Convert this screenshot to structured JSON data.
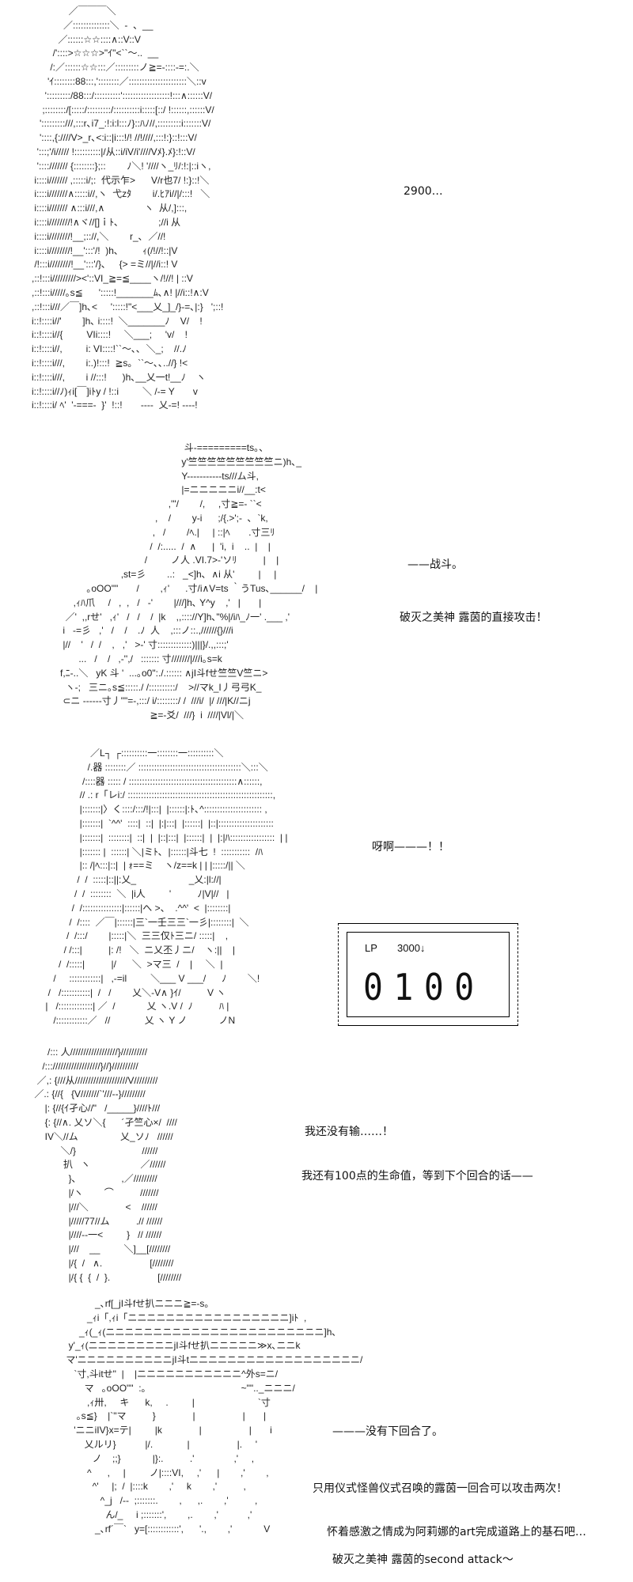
{
  "panels": [
    {
      "art": "              ／￣￣￣＼\n            ／::::::::::::::＼  -  、__\n          ／::::::☆☆::::∧::V::V\n        /'::::>☆☆☆>\"ｲ\"<``～..  __\n       /:／::::::☆☆:::／:::::::::ノ≧=-::::-=:.＼\n      'ｲ::::::::88:::,'::::::::／::::::::::::::::::::::＼::v\n     ':::::::::/88:::/::::::::::'::::::::::::::::::!:::∧::::::V/\n    ;::::::::/[:::::/:::::::::/::::::::::i:::::[::/ !::::::,::::::V/\n   ':::::::::///,:::r､i7_:!:i:l:::ﾉ}::ﾊﾉ//,:::::::::i:::::::V/\n   '::::,{:////V>_r､<:i::|i:::!/! //!////,:::!:}::!:::V/\n  ':::;'/i///// !::::::::::|/从::i/iV/i'////Vﾒ}.ﾒ}:!::V/\n  ':::://///// {::::::::};::        ﾉ＼! '////ヽ_ﾘ/:!:|::iヽ,\n i::::i/////// ,:::::i/;:  代示乍>      V/r也7/ !:}::!＼\n i::::i///////∧:::::i//,ヽ  弋zﾀ        i/.ﾋｱi//|/:::!   ＼\n i::::i/////// ∧:::i///,∧               ヽ  从/,]:::,\n i::::i////////!∧ヾ//[]ｉﾄ､               ;//i 从\n i::::i////////!__;:://,＼        r_､  ／//!\n i::::i////////!__':::'/!  )h､         ｨ(/!//!::|V\n /!:::i////////!__':::'/}､     {> =ミ//|//i::! V\n,::!:::i/////////><'::VI_≧=≦____ヽ/!//! | ::V\n,::!:::i/////｡s≦      ':::::!_______ﾑ､∧! |//i::!∧:V\n,::!:::i///／￣]h､<     ':::::!\"<___乂_]_/}-=､|:}   ';::!\ni::!::::i//'        ]h､ i::::!  ＼_______ﾉ    V/    !\ni::!::::i//{         VIi::::!     ＼___;     'v/    !\ni::!::::i//,         i: VI::::!``～､､  ＼_;    //.ﾉ\ni::!::::i///,        i:.)!:::!  ≧s｡  ``～､､..//} !<\ni::!::::i///,        i //:::!      )h､__乂一t!__ﾉ    ヽ\ni::!::::i//ﾉ)ｨi[￣]iﾄy / !::i         ＼ /-= Y       v\ni::!::::i/ ﾍ'  '-===-  }'  !::!       ----  乂-=! ----!"
    },
    {
      "art": "                                                           斗-=========ts｡、\n                                                          y'竺竺竺竺竺竺竺竺竺ニ)h､_\n                                                          Y-----------ts///ム斗,\n                                                          |=ニニニニニi//__:t<\n                                                     ,'\"/        /,     ,寸≧=- ``<\n                                                ,    /        y-i      ;/{.>';-  ､  `k,\n                                               ,   /        /ﾍ.|     | ::|ﾍ       .寸三ﾘ\n                                              /  /:.....  /  ∧      |  'i,  i    ..  |    |\n                                            /         ノ人 .VI.7>-'ソﾘ          |    |\n                                   ,st=彡        ..:   _<]h､  ∧i 从'         |     |\n                      ｡oOO\"\"       /        ,ｨ'      .寸/i∧V=ts ｀うTus､______/    |\n                 ,ｨﾊ爪     /   ,  ,   /   -'        |///]h､ Y^y    ,'   |       |\n              ／'  ,,rせ'   ,ｨ'   /   /    /  |k    ,,:::://Y]h､\"%|/iﾊ_ﾉ一' .___ ,'\n             i   -=彡   ,'   /    /    .ﾉ  人    ,:::ノ::.,//////{}///i\n             |//    '   /  /    ,   ,'   >-' 寸:::::::::::::)|||}/.,,:::;'\n                   ...   /    /   ,-'',/   ::::::: 寸///////|///i｡s=k\n            f,ﾆ-..＼   yK 斗 '  ...｡o0\":./.:::::: ∧jI斗fせ竺竺V竺ニ>\n              ヽ-;   三ニ｡s≦:::::./ /::::::::::/    >//マk_I丿弓弓K_\n             ⊂ニ ------寸丿\"\"=-,:::/ i/::::::::/ /  ///i/  |/ ///|K//ニj\n                                              ≧=-爻/  ///}  i  ////|Vl/|＼"
    },
    {
      "art": "                           ／L┐ ┌::::::::::一::::::::一::::::::::＼\n                          /.器 ::::::::／ :::::::::::::::::::::::::::::::::::::::＼:::＼\n                        /::::器 ::::: / :::::::::::::::::::::::::::::::::::::::::∧::::::,\n                       // .: r「レi:/ :::::::::::::::::::::::::::::::::::::::::::::::::::::::,\n                       |:::::::|〉く::::/:::/!|:::|  |::::::|:ﾄ､^:::::::::::::::::::::: ,\n                       |:::::::|  `^^'  ::::|  ::|  |:|:::|  |::::::|  |::|:::::::::::::::::::::\n                       |:::::::|  ::::::::|  ::|  |  |::|:::|  |::::::|  |  |:|ﾊ:::::::::::::::::  | |\n                       |::::::: |  ::::::| ＼|ミﾄ､  |::::::|斗七  !  :::::::::::  /ﾊ\n                       |:: /|ﾍ:::|::|  | ｫ==ミ    ヽ/z==k | | |:::::/|| ＼\n                      /  /  :::::|::||:乂_                    _乂:|l://|\n                     /  /  ::::::::  ＼  |i人         '          ﾉ|V|//   |\n                    /  /:::::::::::::::|::::::|へ >、  .^^'  <  |::::::::|\n                   /  /::::  ／￣|::::::|三`一壬三三`一彡|::::::::|  ＼\n                  /  /:::/        |:::::|＼  三三仅ﾄ三ニ/ :::::|    ,\n                 / /:::|          |: /!   ＼  ニ乂丕丿ニ/    ヽ:||    |\n               /  /:::::|          |/      ＼  >マ三  /    |     ＼  |\n             /     ::::::::::::|   ,-=il         ＼___ V ___/      ﾉ        ＼!\n           /   /:::::::::::|  /   /        乂＼-V∧ }ｲ/          V ヽ\n          |   /:::::::::::::| ／  /            乂 ヽ.V /  ﾉ          ﾊ |\n             /::::::::::::／   //             乂 ヽ Y ノ            ノN"
    },
    {
      "art": "         /::: 人//////////////////}//////////\n       /::://////////////////}//}//////////\n     ／,: {///从////////////////////V/////////\n    ／.: {//{   {V///////`'///--}/////////\n        |: {//{ｲ孑心//\"   /_____}////ﾄ///\n        {: {//∧. 乂ソ＼{      ´孑竺心×/  ////\n        IV＼//ム                乂_ソﾉ   //////\n              ＼/}                         //////\n               扒   ヽ                   ／//////\n                 }､                 ,／/////////\n                 |/ヽ        ⌒          ///////\n                 |///＼              <    //////\n                 |/////77//ム          .// //////\n                 |////--一<         }   // //////\n                 |///    __         ＼]__[////////\n                 |/{  /   ∧.                  [////////\n                 |/{ {  {  /  }.                  [////////"
    },
    {
      "art": "                        _､rf[_jI斗fせ扒ニニニ≧=-s｡\n                     _ｨi「,ｨi「ニニニニニニニニニニニニニニニニニ]iﾄ  ,\n                  _ｨ(_ｨ(ニニニニニニニニニニニニニニニニニニニニニニニ]h､\n              y'_ｨ(ニニニニニニニニニjI斗fせ扒ニニニニニ≫x､ニニk\n             マ'ニニニニニニニニニニjI斗tニニニニニニニニニニニニニニニニニニ/\n                `寸,斗itせ\"  |    |ニニニニニニニニニニニ^外s=ニ/\n                    マ   ｡oOO\"\"  :｡                                    ~\"\".._ニニニ/\n                     ,ｨ卅,     キ      k,     .         |                        `寸\n                 ｡s≦}    |`\"マ          }              |                  |       |\n                'ニニiIV}x=テ|         |k              |                  |       i\n                    乂ルリ}           |/.             |                  |.     '\n                       ノ    ;;}            |}:.          .'               ,'     ,\n                     ^      ,     |         ノ|::::VI,     ,'      |        ,'        ,\n                       ^'     |;  /  |::::k        ,'     k        ,'          ,\n                          ^_j   /--  ;:::::::.        ,      ,.        ,'          ,\n                            ん/_     i ;:::::::',        ,.        ,'           ,'\n                        _､rf´￣`   y=[::::::::::::',      '.,        ,'            V"
    }
  ],
  "captions": {
    "lp_drop": "2900…",
    "battle": "——战斗。",
    "direct_attack": "破灭之美神 露茵的直接攻击！",
    "scream": "呀啊———！！",
    "not_lost": "我还没有输……！",
    "hundred_points": "我还有100点的生命值，等到下个回合的话——",
    "no_next_turn": "———没有下回合了。",
    "attack_twice": "只用仪式怪兽仪式召唤的露茵一回合可以攻击两次！",
    "stepping_stone": "怀着感激之情成为阿莉娜的art完成道路上的基石吧…",
    "second_attack": "破灭之美神 露茵的second attack～"
  },
  "lp_panel": {
    "label": "LP",
    "previous": "3000↓",
    "value": "0100"
  }
}
